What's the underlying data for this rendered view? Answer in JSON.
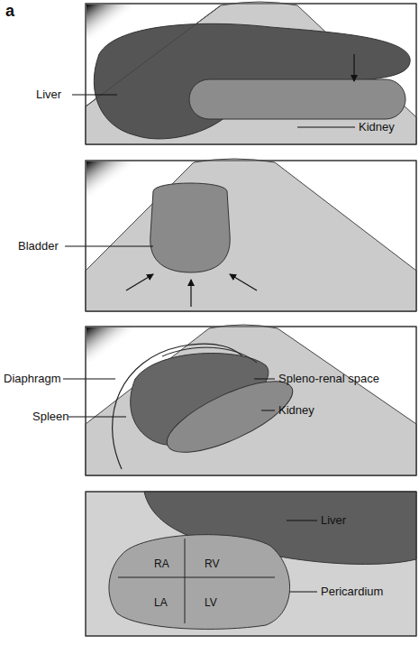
{
  "diagram": {
    "nodes": [
      {
        "text": [
          "RA",
          "RV",
          "LA",
          "LV"
        ]
      }
    ],
    "labels": [
      "a",
      "Liver",
      "Kidney",
      "Bladder",
      "Diaphragm",
      "Spleno-renal space",
      "Spleen",
      "Kidney",
      "Liver",
      "Pericardium"
    ]
  }
}
